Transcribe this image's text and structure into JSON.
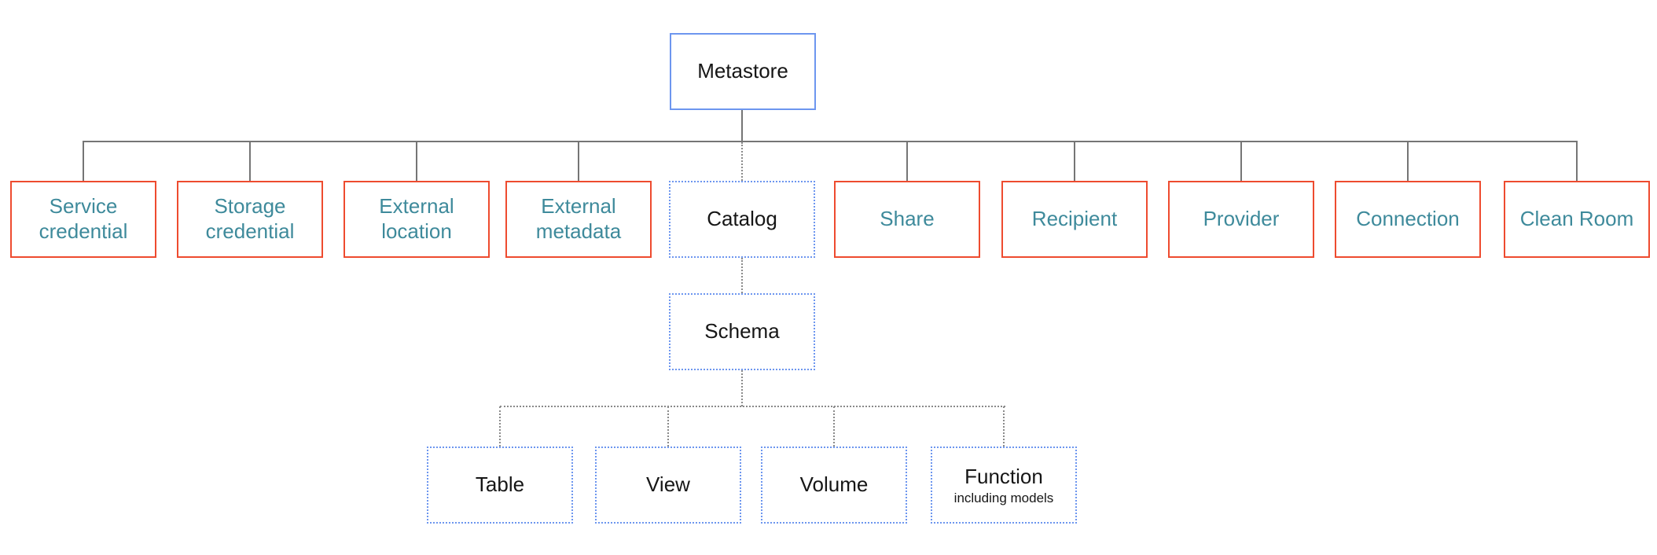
{
  "diagram": {
    "type": "hierarchy",
    "colors": {
      "blue_border": "#6D96EF",
      "red_border": "#EE4B2F",
      "teal_text": "#3E8A9B",
      "black_text": "#161616",
      "line_gray": "#757575",
      "dotted_line_gray": "#8a8a8a",
      "background": "#ffffff"
    },
    "nodes": {
      "metastore": {
        "label": "Metastore"
      },
      "service_credential": {
        "label": "Service credential"
      },
      "storage_credential": {
        "label": "Storage credential"
      },
      "external_location": {
        "label": "External location"
      },
      "external_metadata": {
        "label": "External metadata"
      },
      "catalog": {
        "label": "Catalog"
      },
      "share": {
        "label": "Share"
      },
      "recipient": {
        "label": "Recipient"
      },
      "provider": {
        "label": "Provider"
      },
      "connection": {
        "label": "Connection"
      },
      "clean_room": {
        "label": "Clean Room"
      },
      "schema": {
        "label": "Schema"
      },
      "table": {
        "label": "Table"
      },
      "view": {
        "label": "View"
      },
      "volume": {
        "label": "Volume"
      },
      "function": {
        "label": "Function",
        "sublabel": "including models"
      }
    }
  }
}
